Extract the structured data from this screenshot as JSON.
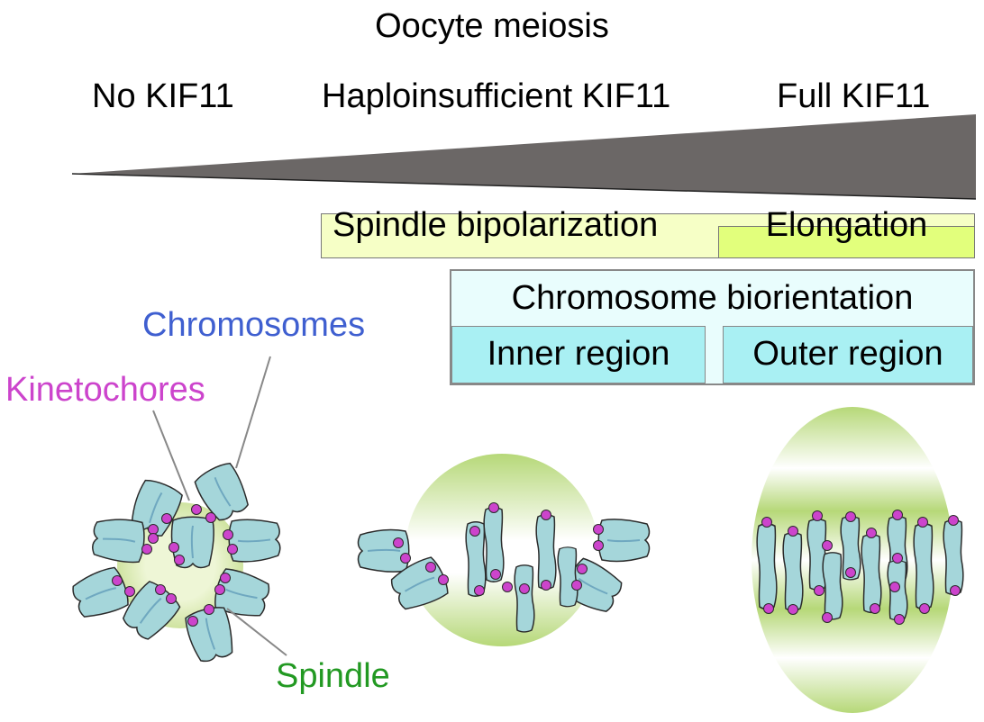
{
  "title": "Oocyte meiosis",
  "levels": {
    "none": "No KIF11",
    "half": "Haploinsufficient KIF11",
    "full": "Full KIF11"
  },
  "processes": {
    "bipolarization": "Spindle bipolarization",
    "elongation": "Elongation",
    "biorientation": "Chromosome biorientation",
    "inner": "Inner region",
    "outer": "Outer region"
  },
  "labels": {
    "chromosomes": "Chromosomes",
    "kinetochores": "Kinetochores",
    "spindle": "Spindle"
  },
  "colors": {
    "gradient_fill": "#6b6766",
    "bipolarization_box": "#f6ffc6",
    "elongation_box": "#e2ff7c",
    "biorientation_box": "#e9fdfd",
    "region_box": "#a9f0f3",
    "chromosome_fill": "#a5d6da",
    "kinetochore": "#cc44cc",
    "spindle_fill": "#c7e08f",
    "chromosomes_label": "#3f5fd0",
    "kinetochores_label": "#cc44cc",
    "spindle_label": "#229922"
  }
}
